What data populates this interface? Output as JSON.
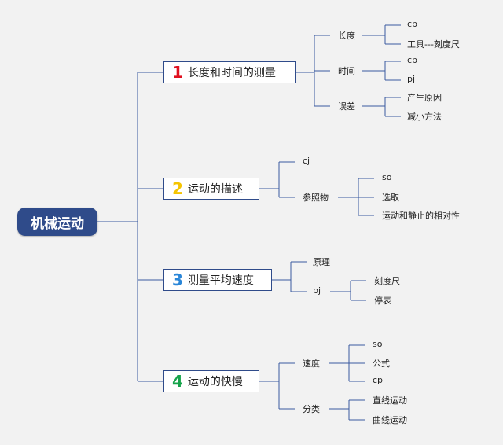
{
  "root": {
    "label": "机械运动"
  },
  "branches": [
    {
      "num": "1",
      "label": "长度和时间的测量",
      "color": "#e0101f",
      "children": [
        {
          "label": "长度",
          "children": [
            "cp",
            "工具---刻度尺"
          ]
        },
        {
          "label": "时间",
          "children": [
            "cp",
            "pj"
          ]
        },
        {
          "label": "误差",
          "children": [
            "产生原因",
            "减小方法"
          ]
        }
      ]
    },
    {
      "num": "2",
      "label": "运动的描述",
      "color": "#f5c400",
      "children": [
        {
          "label": "cj",
          "children": []
        },
        {
          "label": "参照物",
          "children": [
            "so",
            "选取",
            "运动和静止的相对性"
          ]
        }
      ]
    },
    {
      "num": "3",
      "label": "测量平均速度",
      "color": "#2a86d8",
      "children": [
        {
          "label": "原理",
          "children": []
        },
        {
          "label": "pj",
          "children": [
            "刻度尺",
            "停表"
          ]
        }
      ]
    },
    {
      "num": "4",
      "label": "运动的快慢",
      "color": "#16a34a",
      "children": [
        {
          "label": "速度",
          "children": [
            "so",
            "公式",
            "cp"
          ]
        },
        {
          "label": "分类",
          "children": [
            "直线运动",
            "曲线运动"
          ]
        }
      ]
    }
  ],
  "colors": {
    "line": "#3a5aa0",
    "root_bg": "#2f4b8a"
  }
}
